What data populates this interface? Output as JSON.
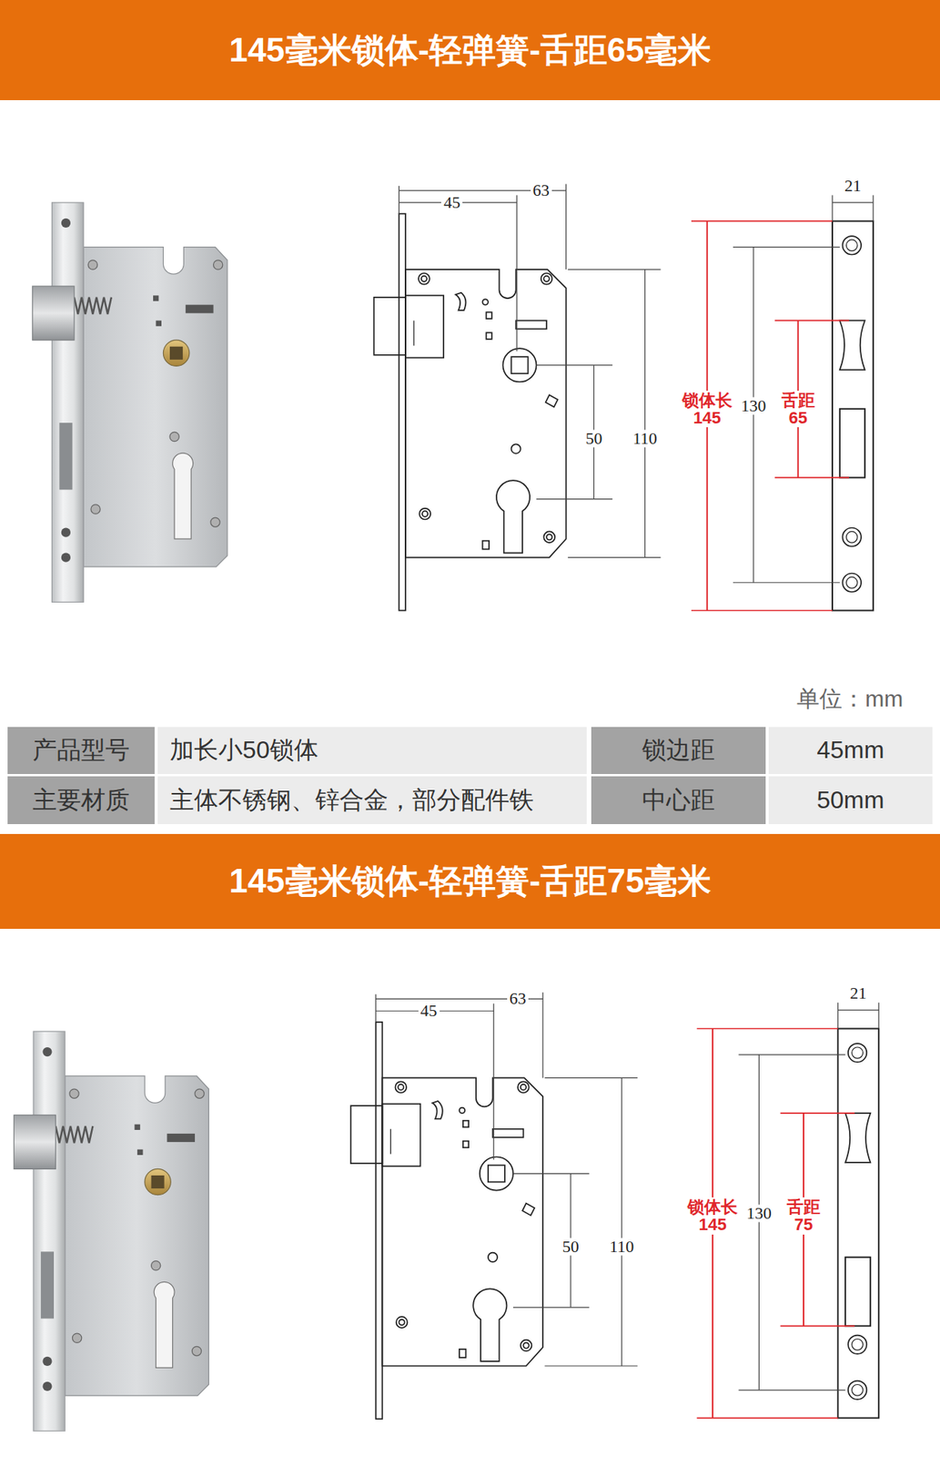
{
  "diagram": {
    "nodes": [
      {
        "text": [
          "145毫米锁体-轻弹簧-舌距65毫米"
        ]
      },
      {
        "text": [
          "145毫米锁体-轻弹簧-舌距75毫米"
        ]
      }
    ],
    "labels": [
      "45",
      "63",
      "50",
      "110",
      "21",
      "锁体长 145",
      "130",
      "舌距 65",
      "单位：mm",
      "产品型号",
      "加长小50锁体",
      "锁边距",
      "45mm",
      "主要材质",
      "主体不锈钢、锌合金，部分配件铁",
      "中心距",
      "50mm",
      "45",
      "63",
      "50",
      "110",
      "21",
      "锁体长 145",
      "130",
      "舌距 75"
    ]
  }
}
